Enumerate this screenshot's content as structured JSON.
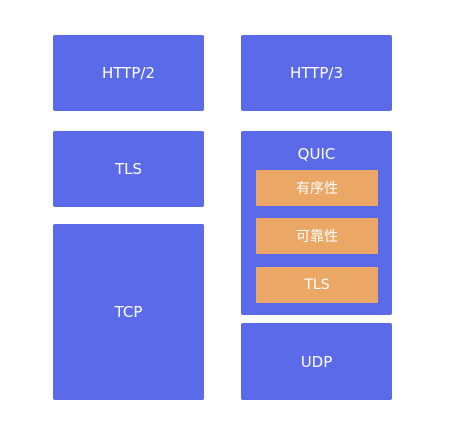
{
  "left_stack": {
    "http2": "HTTP/2",
    "tls": "TLS",
    "tcp": "TCP"
  },
  "right_stack": {
    "http3": "HTTP/3",
    "quic": {
      "title": "QUIC",
      "features": [
        "有序性",
        "可靠性",
        "TLS"
      ]
    },
    "udp": "UDP"
  },
  "colors": {
    "layer_box": "#5b6ae8",
    "feature_box": "#eba765",
    "text": "#ffffff"
  }
}
